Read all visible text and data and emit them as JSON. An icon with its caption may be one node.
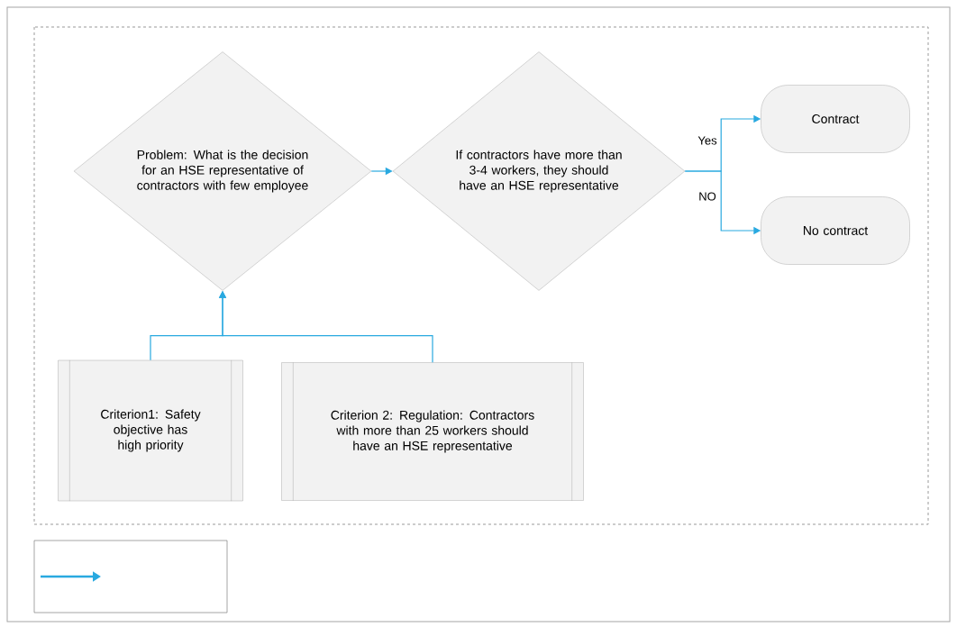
{
  "diagram": {
    "nodes": [
      {
        "text": [
          "Problem: What is the decision for an HSE representative of contractors with few employee"
        ]
      },
      {
        "text": [
          "If  contractors have more than 3-4 workers, they should have an HSE representative"
        ]
      },
      {
        "text": [
          "Contract"
        ]
      },
      {
        "text": [
          "No contract"
        ]
      },
      {
        "text": [
          "Criterion1: Safety objective has high priority"
        ]
      },
      {
        "text": [
          "Criterion 2: Regulation: Contractors with more than 25 workers should have  an HSE representative"
        ]
      }
    ],
    "edges": [
      {
        "from": 0,
        "to": 1,
        "arrow": "to"
      },
      {
        "from": 1,
        "to": 2,
        "arrow": "to",
        "label": "Yes"
      },
      {
        "from": 1,
        "to": 3,
        "arrow": "to",
        "label": "NO"
      },
      {
        "from": 4,
        "to": 0,
        "arrow": "to"
      },
      {
        "from": 5,
        "to": 0,
        "arrow": "to"
      }
    ]
  }
}
